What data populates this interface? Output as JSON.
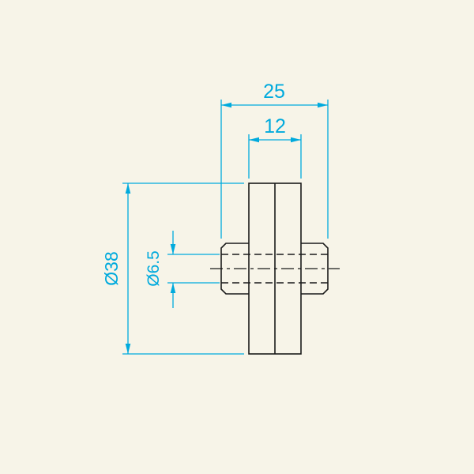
{
  "drawing": {
    "dimensions": {
      "overall_width": "25",
      "wheel_width": "12",
      "outer_diameter": "Ø38",
      "bore_diameter": "Ø6.5"
    },
    "colors": {
      "dimension": "#00aadd",
      "part": "#1a1a1a",
      "background": "#f7f4e8"
    }
  }
}
